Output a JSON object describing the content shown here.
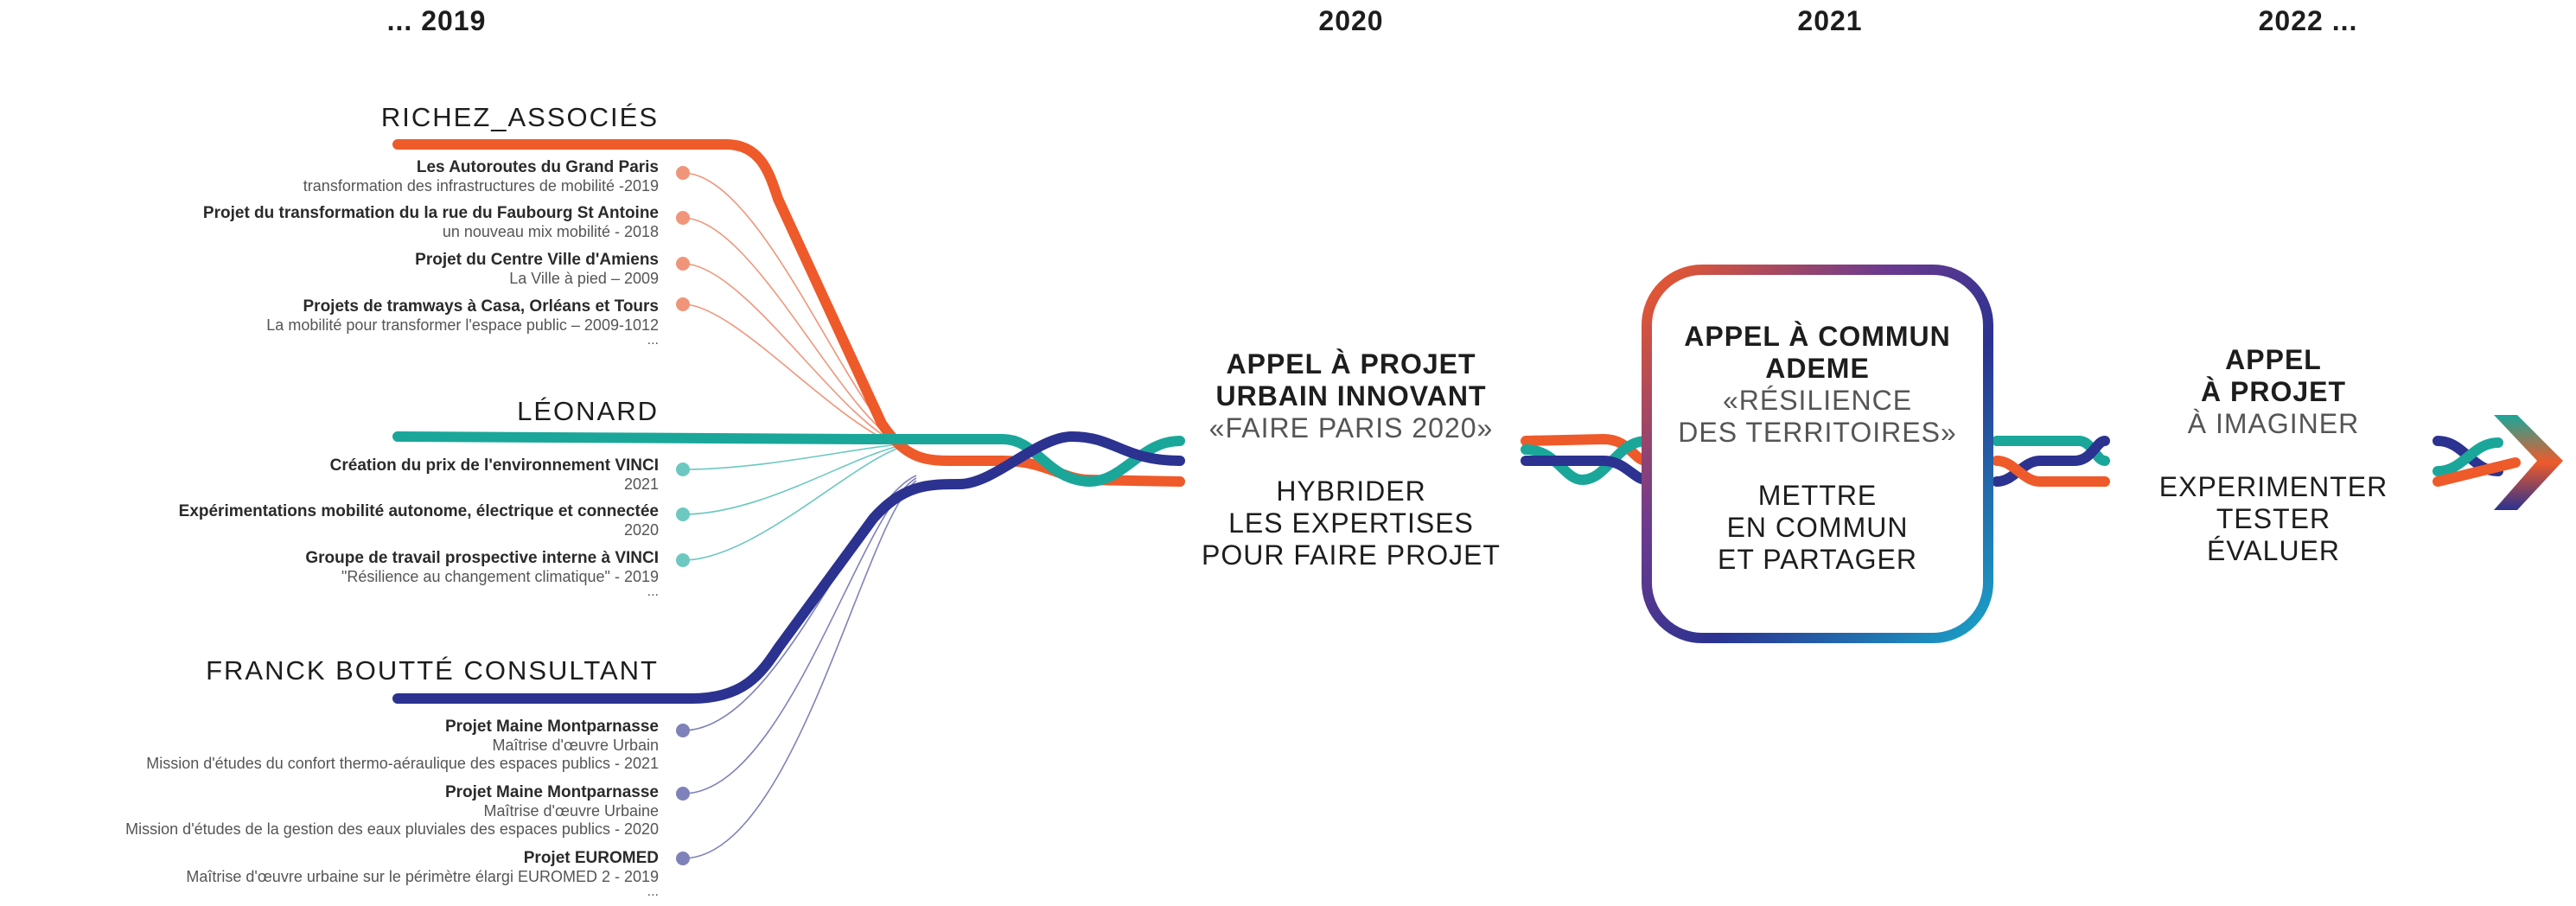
{
  "colors": {
    "orange": "#ee5a2a",
    "teal": "#1aa79a",
    "navy": "#2b3290",
    "dot_orange": "#f0957a",
    "dot_teal": "#6cc8c1",
    "dot_navy": "#7f82b8"
  },
  "years": [
    "... 2019",
    "2020",
    "2021",
    "2022 ..."
  ],
  "orgs": [
    {
      "name": "RICHEZ_ASSOCIÉS",
      "projects": [
        {
          "title": "Les Autoroutes du Grand Paris",
          "subs": [
            "transformation des infrastructures de mobilité -2019"
          ]
        },
        {
          "title": "Projet du transformation du la rue du Faubourg St Antoine",
          "subs": [
            "un nouveau mix mobilité - 2018"
          ]
        },
        {
          "title": "Projet du Centre Ville d'Amiens",
          "subs": [
            "La Ville à pied – 2009"
          ]
        },
        {
          "title": "Projets de tramways à Casa, Orléans et Tours",
          "subs": [
            "La mobilité pour transformer l'espace public – 2009-1012"
          ],
          "more": "..."
        }
      ]
    },
    {
      "name": "LÉONARD",
      "projects": [
        {
          "title": "Création du prix de l'environnement VINCI",
          "subs": [
            "2021"
          ]
        },
        {
          "title": "Expérimentations mobilité autonome, électrique et connectée",
          "subs": [
            "2020"
          ]
        },
        {
          "title": "Groupe de travail prospective interne à VINCI",
          "subs": [
            "\"Résilience au changement climatique\" - 2019"
          ],
          "more": "..."
        }
      ]
    },
    {
      "name": "FRANCK BOUTTÉ CONSULTANT",
      "projects": [
        {
          "title": "Projet Maine Montparnasse",
          "subs": [
            "Maîtrise d'œuvre Urbain",
            "Mission d'études du confort thermo-aéraulique des espaces publics - 2021"
          ]
        },
        {
          "title": "Projet Maine Montparnasse",
          "subs": [
            "Maîtrise d'œuvre Urbaine",
            "Mission d'études de la gestion des eaux pluviales des espaces publics - 2020"
          ]
        },
        {
          "title": "Projet EUROMED",
          "subs": [
            "Maîtrise d'œuvre urbaine sur le périmètre élargi EUROMED 2 - 2019"
          ],
          "more": "..."
        }
      ]
    }
  ],
  "stage_2020": {
    "bold": [
      "APPEL À PROJET",
      "URBAIN INNOVANT"
    ],
    "light": "«FAIRE PARIS 2020»",
    "actions": [
      "HYBRIDER",
      "LES EXPERTISES",
      "POUR FAIRE PROJET"
    ]
  },
  "stage_2021": {
    "bold": [
      "APPEL À COMMUN",
      "ADEME"
    ],
    "light": [
      "«RÉSILIENCE",
      "DES TERRITOIRES»"
    ],
    "actions": [
      "METTRE",
      "EN COMMUN",
      "ET PARTAGER"
    ]
  },
  "stage_2022": {
    "bold": [
      "APPEL",
      "À PROJET"
    ],
    "light": "À IMAGINER",
    "actions": [
      "EXPERIMENTER",
      "TESTER",
      "ÉVALUER"
    ]
  }
}
